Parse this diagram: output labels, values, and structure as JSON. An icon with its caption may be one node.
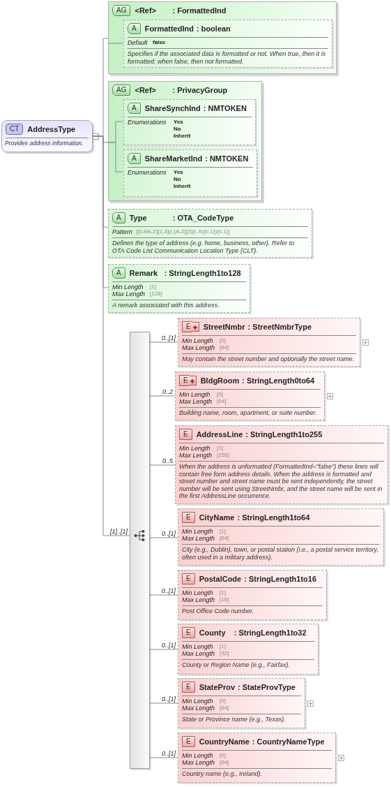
{
  "diagram": {
    "nodes": [
      {
        "text": [
          "CT",
          "AddressType",
          "Provides address information."
        ]
      },
      {
        "text": [
          "AG",
          "<Ref>",
          ": FormattedInd"
        ]
      },
      {
        "text": [
          "A",
          "FormattedInd",
          ": boolean",
          "Default",
          "false",
          "Specifies if the associated data is formatted or not.  When true, then it is formatted; when false, then not formatted."
        ],
        "in": 1
      },
      {
        "text": [
          "AG",
          "<Ref>",
          ": PrivacyGroup"
        ]
      },
      {
        "text": [
          "A",
          "ShareSynchInd",
          ": NMTOKEN",
          "Enumerations",
          "Yes",
          "No",
          "Inherit"
        ],
        "in": 3
      },
      {
        "text": [
          "A",
          "ShareMarketInd",
          ": NMTOKEN",
          "Enumerations",
          "Yes",
          "No",
          "Inherit"
        ],
        "in": 3
      },
      {
        "text": [
          "A",
          "Type",
          ": OTA_CodeType",
          "Pattern",
          "[[0-9A-Z]{1,3}(\\.[A-Z]{3}(\\.X){0,1}){0,1}]",
          "Defines the type of address (e.g. home, business, other). Refer to OTA Code List Communication Location Type (CLT)."
        ]
      },
      {
        "text": [
          "A",
          "Remark",
          ": StringLength1to128",
          "Min Length",
          "[1]",
          "Max Length",
          "[128]",
          "A remark associated with this address."
        ]
      },
      {
        "text": [],
        "shape": "bar"
      },
      {
        "text": [
          "E",
          "StreetNmbr",
          ": StreetNmbrType",
          "Min Length",
          "[0]",
          "Max Length",
          "[64]",
          "May contain the street number and optionally the street name."
        ]
      },
      {
        "text": [
          "E",
          "BldgRoom",
          ": StringLength0to64",
          "Min Length",
          "[0]",
          "Max Length",
          "[64]",
          "Building name, room, apartment, or suite number."
        ]
      },
      {
        "text": [
          "E",
          "AddressLine",
          ": StringLength1to255",
          "Min Length",
          "[1]",
          "Max Length",
          "[255]",
          "When the address is unformatted (FormattedInd=\"false\") these lines will contain free form address details. When the address is formatted and street number and street name must be sent independently, the street number will be sent using StreetNmbr, and the street name will be sent in the first AddressLine occurrence."
        ]
      },
      {
        "text": [
          "E",
          "CityName",
          ": StringLength1to64",
          "Min Length",
          "[1]",
          "Max Length",
          "[64]",
          "City (e.g., Dublin), town, or postal station (i.e., a postal service territory, often used in a military address)."
        ]
      },
      {
        "text": [
          "E",
          "PostalCode",
          ": StringLength1to16",
          "Min Length",
          "[1]",
          "Max Length",
          "[16]",
          "Post Office Code number."
        ]
      },
      {
        "text": [
          "E",
          "County",
          ": StringLength1to32",
          "Min Length",
          "[1]",
          "Max Length",
          "[32]",
          "County or Region Name (e.g., Fairfax)."
        ]
      },
      {
        "text": [
          "E",
          "StateProv",
          ": StateProvType",
          "Min Length",
          "[0]",
          "Max Length",
          "[64]",
          "State or Province name (e.g., Texas)."
        ]
      },
      {
        "text": [
          "E",
          "CountryName",
          ": CountryNameType",
          "Min Length",
          "[0]",
          "Max Length",
          "[64]",
          "Country name (e.g., Ireland)."
        ]
      }
    ],
    "edges": [
      {
        "from": 0,
        "to": 1,
        "arrow": "none"
      },
      {
        "from": 1,
        "to": 2,
        "arrow": "none"
      },
      {
        "from": 0,
        "to": 3,
        "arrow": "none"
      },
      {
        "from": 3,
        "to": 4,
        "arrow": "none"
      },
      {
        "from": 3,
        "to": 5,
        "arrow": "none"
      },
      {
        "from": 0,
        "to": 6,
        "arrow": "none"
      },
      {
        "from": 0,
        "to": 7,
        "arrow": "none"
      },
      {
        "from": 0,
        "to": 8,
        "arrow": "none",
        "label": "[1]..[1]"
      },
      {
        "from": 8,
        "to": 9,
        "arrow": "none",
        "label": "0..[1]"
      },
      {
        "from": 8,
        "to": 10,
        "arrow": "none",
        "label": "0..2"
      },
      {
        "from": 8,
        "to": 11,
        "arrow": "none",
        "label": "0..5"
      },
      {
        "from": 8,
        "to": 12,
        "arrow": "none",
        "label": "0..[1]"
      },
      {
        "from": 8,
        "to": 13,
        "arrow": "none",
        "label": "0..[1]"
      },
      {
        "from": 8,
        "to": 14,
        "arrow": "none",
        "label": "0..[1]"
      },
      {
        "from": 8,
        "to": 15,
        "arrow": "none",
        "label": "0..[1]"
      },
      {
        "from": 8,
        "to": 16,
        "arrow": "none",
        "label": "0..[1]"
      }
    ]
  }
}
